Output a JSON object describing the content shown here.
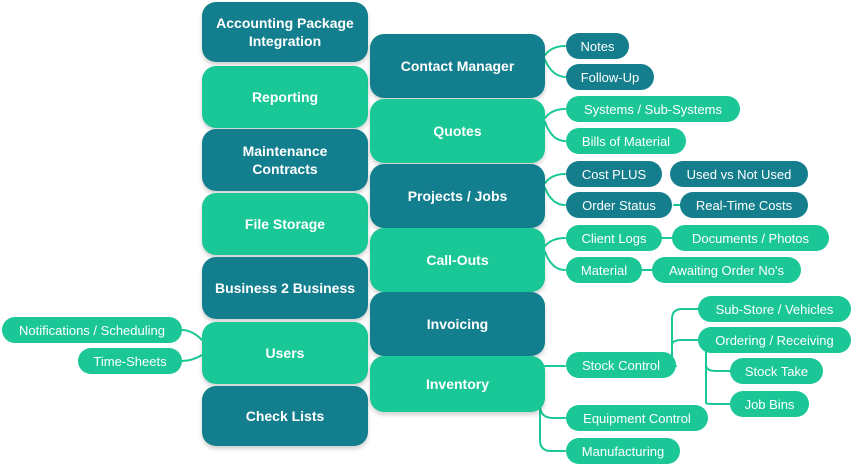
{
  "colors": {
    "teal": "#137e8e",
    "green": "#19c896",
    "connector": "#19c896"
  },
  "left_column": [
    {
      "label": "Accounting Package Integration",
      "color": "teal"
    },
    {
      "label": "Reporting",
      "color": "green"
    },
    {
      "label": "Maintenance Contracts",
      "color": "teal"
    },
    {
      "label": "File Storage",
      "color": "green"
    },
    {
      "label": "Business 2 Business",
      "color": "teal"
    },
    {
      "label": "Users",
      "color": "green"
    },
    {
      "label": "Check Lists",
      "color": "teal"
    }
  ],
  "middle_column": [
    {
      "label": "Contact Manager",
      "color": "teal"
    },
    {
      "label": "Quotes",
      "color": "green"
    },
    {
      "label": "Projects / Jobs",
      "color": "teal"
    },
    {
      "label": "Call-Outs",
      "color": "green"
    },
    {
      "label": "Invoicing",
      "color": "teal"
    },
    {
      "label": "Inventory",
      "color": "green"
    }
  ],
  "pills": {
    "notes": "Notes",
    "follow_up": "Follow-Up",
    "systems": "Systems / Sub-Systems",
    "bom": "Bills of Material",
    "cost_plus": "Cost PLUS",
    "used_vs_not": "Used vs Not Used",
    "order_status": "Order Status",
    "real_time_costs": "Real-Time Costs",
    "client_logs": "Client Logs",
    "documents_photos": "Documents / Photos",
    "material": "Material",
    "awaiting_order": "Awaiting Order No's",
    "stock_control": "Stock Control",
    "sub_store": "Sub-Store / Vehicles",
    "ordering_receiving": "Ordering / Receiving",
    "stock_take": "Stock Take",
    "job_bins": "Job Bins",
    "equipment_control": "Equipment Control",
    "manufacturing": "Manufacturing",
    "notifications": "Notifications / Scheduling",
    "time_sheets": "Time-Sheets"
  }
}
